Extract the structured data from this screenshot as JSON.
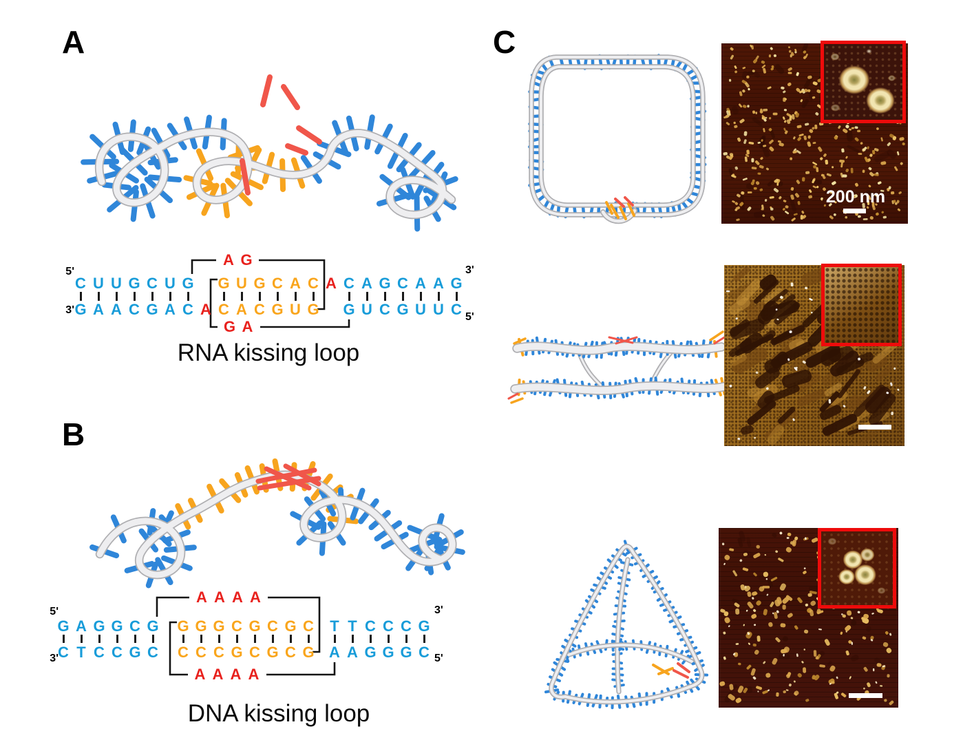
{
  "figure": {
    "panel_a_label": "A",
    "panel_b_label": "B",
    "panel_c_label": "C"
  },
  "colors": {
    "seq_blue": "#189CD9",
    "seq_orange": "#F9A51C",
    "seq_red": "#E8211D",
    "rod_blue": "#2F86D9",
    "rod_orange": "#F7A41E",
    "rod_red": "#F0564A",
    "ribbon": "#EEEEF0",
    "ribbon_edge": "#AFAFB2",
    "bracket": "#141414",
    "afm_dark_bg": "#431204",
    "afm_gold": "#DCA94E",
    "afm_lattice_gold": "#96651A",
    "inset_border": "#EE0B0B",
    "scale_white": "#FFFFFF"
  },
  "panel_a": {
    "caption": "RNA kissing loop",
    "ends": {
      "top_left": "5'",
      "bottom_left": "3'",
      "top_right": "3'",
      "bottom_right": "5'"
    },
    "top_loop": {
      "letters": [
        "A",
        "G"
      ],
      "from_col": 7,
      "to_col": 14
    },
    "bottom_loop": {
      "letters": [
        "G",
        "A"
      ],
      "from_col": 9,
      "to_col": 16
    },
    "columns": [
      {
        "t": "C",
        "b": "G",
        "c": "blue",
        "p": 1
      },
      {
        "t": "U",
        "b": "A",
        "c": "blue",
        "p": 1
      },
      {
        "t": "U",
        "b": "A",
        "c": "blue",
        "p": 1
      },
      {
        "t": "G",
        "b": "C",
        "c": "blue",
        "p": 1
      },
      {
        "t": "C",
        "b": "G",
        "c": "blue",
        "p": 1
      },
      {
        "t": "U",
        "b": "A",
        "c": "blue",
        "p": 1
      },
      {
        "t": "G",
        "b": "C",
        "c": "blue",
        "p": 1
      },
      {
        "t": "",
        "b": "A",
        "c": "red",
        "p": 0
      },
      {
        "t": "G",
        "b": "C",
        "c": "orange",
        "p": 1
      },
      {
        "t": "U",
        "b": "A",
        "c": "orange",
        "p": 1
      },
      {
        "t": "G",
        "b": "C",
        "c": "orange",
        "p": 1
      },
      {
        "t": "C",
        "b": "G",
        "c": "orange",
        "p": 1
      },
      {
        "t": "A",
        "b": "U",
        "c": "orange",
        "p": 1
      },
      {
        "t": "C",
        "b": "G",
        "c": "orange",
        "p": 1
      },
      {
        "t": "A",
        "b": "",
        "c": "red",
        "p": 0
      },
      {
        "t": "C",
        "b": "G",
        "c": "blue",
        "p": 1
      },
      {
        "t": "A",
        "b": "U",
        "c": "blue",
        "p": 1
      },
      {
        "t": "G",
        "b": "C",
        "c": "blue",
        "p": 1
      },
      {
        "t": "C",
        "b": "G",
        "c": "blue",
        "p": 1
      },
      {
        "t": "A",
        "b": "U",
        "c": "blue",
        "p": 1
      },
      {
        "t": "A",
        "b": "U",
        "c": "blue",
        "p": 1
      },
      {
        "t": "G",
        "b": "C",
        "c": "blue",
        "p": 1
      }
    ]
  },
  "panel_b": {
    "caption": "DNA kissing loop",
    "ends": {
      "top_left": "5'",
      "bottom_left": "3'",
      "top_right": "3'",
      "bottom_right": "5'"
    },
    "top_loop": {
      "letters": [
        "A",
        "A",
        "A",
        "A"
      ],
      "from_col": 6,
      "to_col": 15
    },
    "bottom_loop": {
      "letters": [
        "A",
        "A",
        "A",
        "A"
      ],
      "from_col": 8,
      "to_col": 17
    },
    "columns": [
      {
        "t": "G",
        "b": "C",
        "c": "blue",
        "p": 1
      },
      {
        "t": "A",
        "b": "T",
        "c": "blue",
        "p": 1
      },
      {
        "t": "G",
        "b": "C",
        "c": "blue",
        "p": 1
      },
      {
        "t": "G",
        "b": "C",
        "c": "blue",
        "p": 1
      },
      {
        "t": "C",
        "b": "G",
        "c": "blue",
        "p": 1
      },
      {
        "t": "G",
        "b": "C",
        "c": "blue",
        "p": 1
      },
      {
        "sp": 18
      },
      {
        "t": "G",
        "b": "C",
        "c": "orange",
        "p": 1
      },
      {
        "t": "G",
        "b": "C",
        "c": "orange",
        "p": 1
      },
      {
        "t": "G",
        "b": "C",
        "c": "orange",
        "p": 1
      },
      {
        "t": "C",
        "b": "G",
        "c": "orange",
        "p": 1
      },
      {
        "t": "G",
        "b": "C",
        "c": "orange",
        "p": 1
      },
      {
        "t": "C",
        "b": "G",
        "c": "orange",
        "p": 1
      },
      {
        "t": "G",
        "b": "C",
        "c": "orange",
        "p": 1
      },
      {
        "t": "C",
        "b": "G",
        "c": "orange",
        "p": 1
      },
      {
        "sp": 12
      },
      {
        "t": "T",
        "b": "A",
        "c": "blue",
        "p": 1
      },
      {
        "t": "T",
        "b": "A",
        "c": "blue",
        "p": 1
      },
      {
        "t": "C",
        "b": "G",
        "c": "blue",
        "p": 1
      },
      {
        "t": "C",
        "b": "G",
        "c": "blue",
        "p": 1
      },
      {
        "t": "C",
        "b": "G",
        "c": "blue",
        "p": 1
      },
      {
        "t": "G",
        "b": "C",
        "c": "blue",
        "p": 1
      }
    ]
  },
  "panel_c": {
    "rows": [
      {
        "structure": "rna-square-frame",
        "afm_scale_label": "200 nm"
      },
      {
        "structure": "double-helix-rod-lattice",
        "afm_scale_label": ""
      },
      {
        "structure": "triangle-frame",
        "afm_scale_label": ""
      }
    ]
  }
}
